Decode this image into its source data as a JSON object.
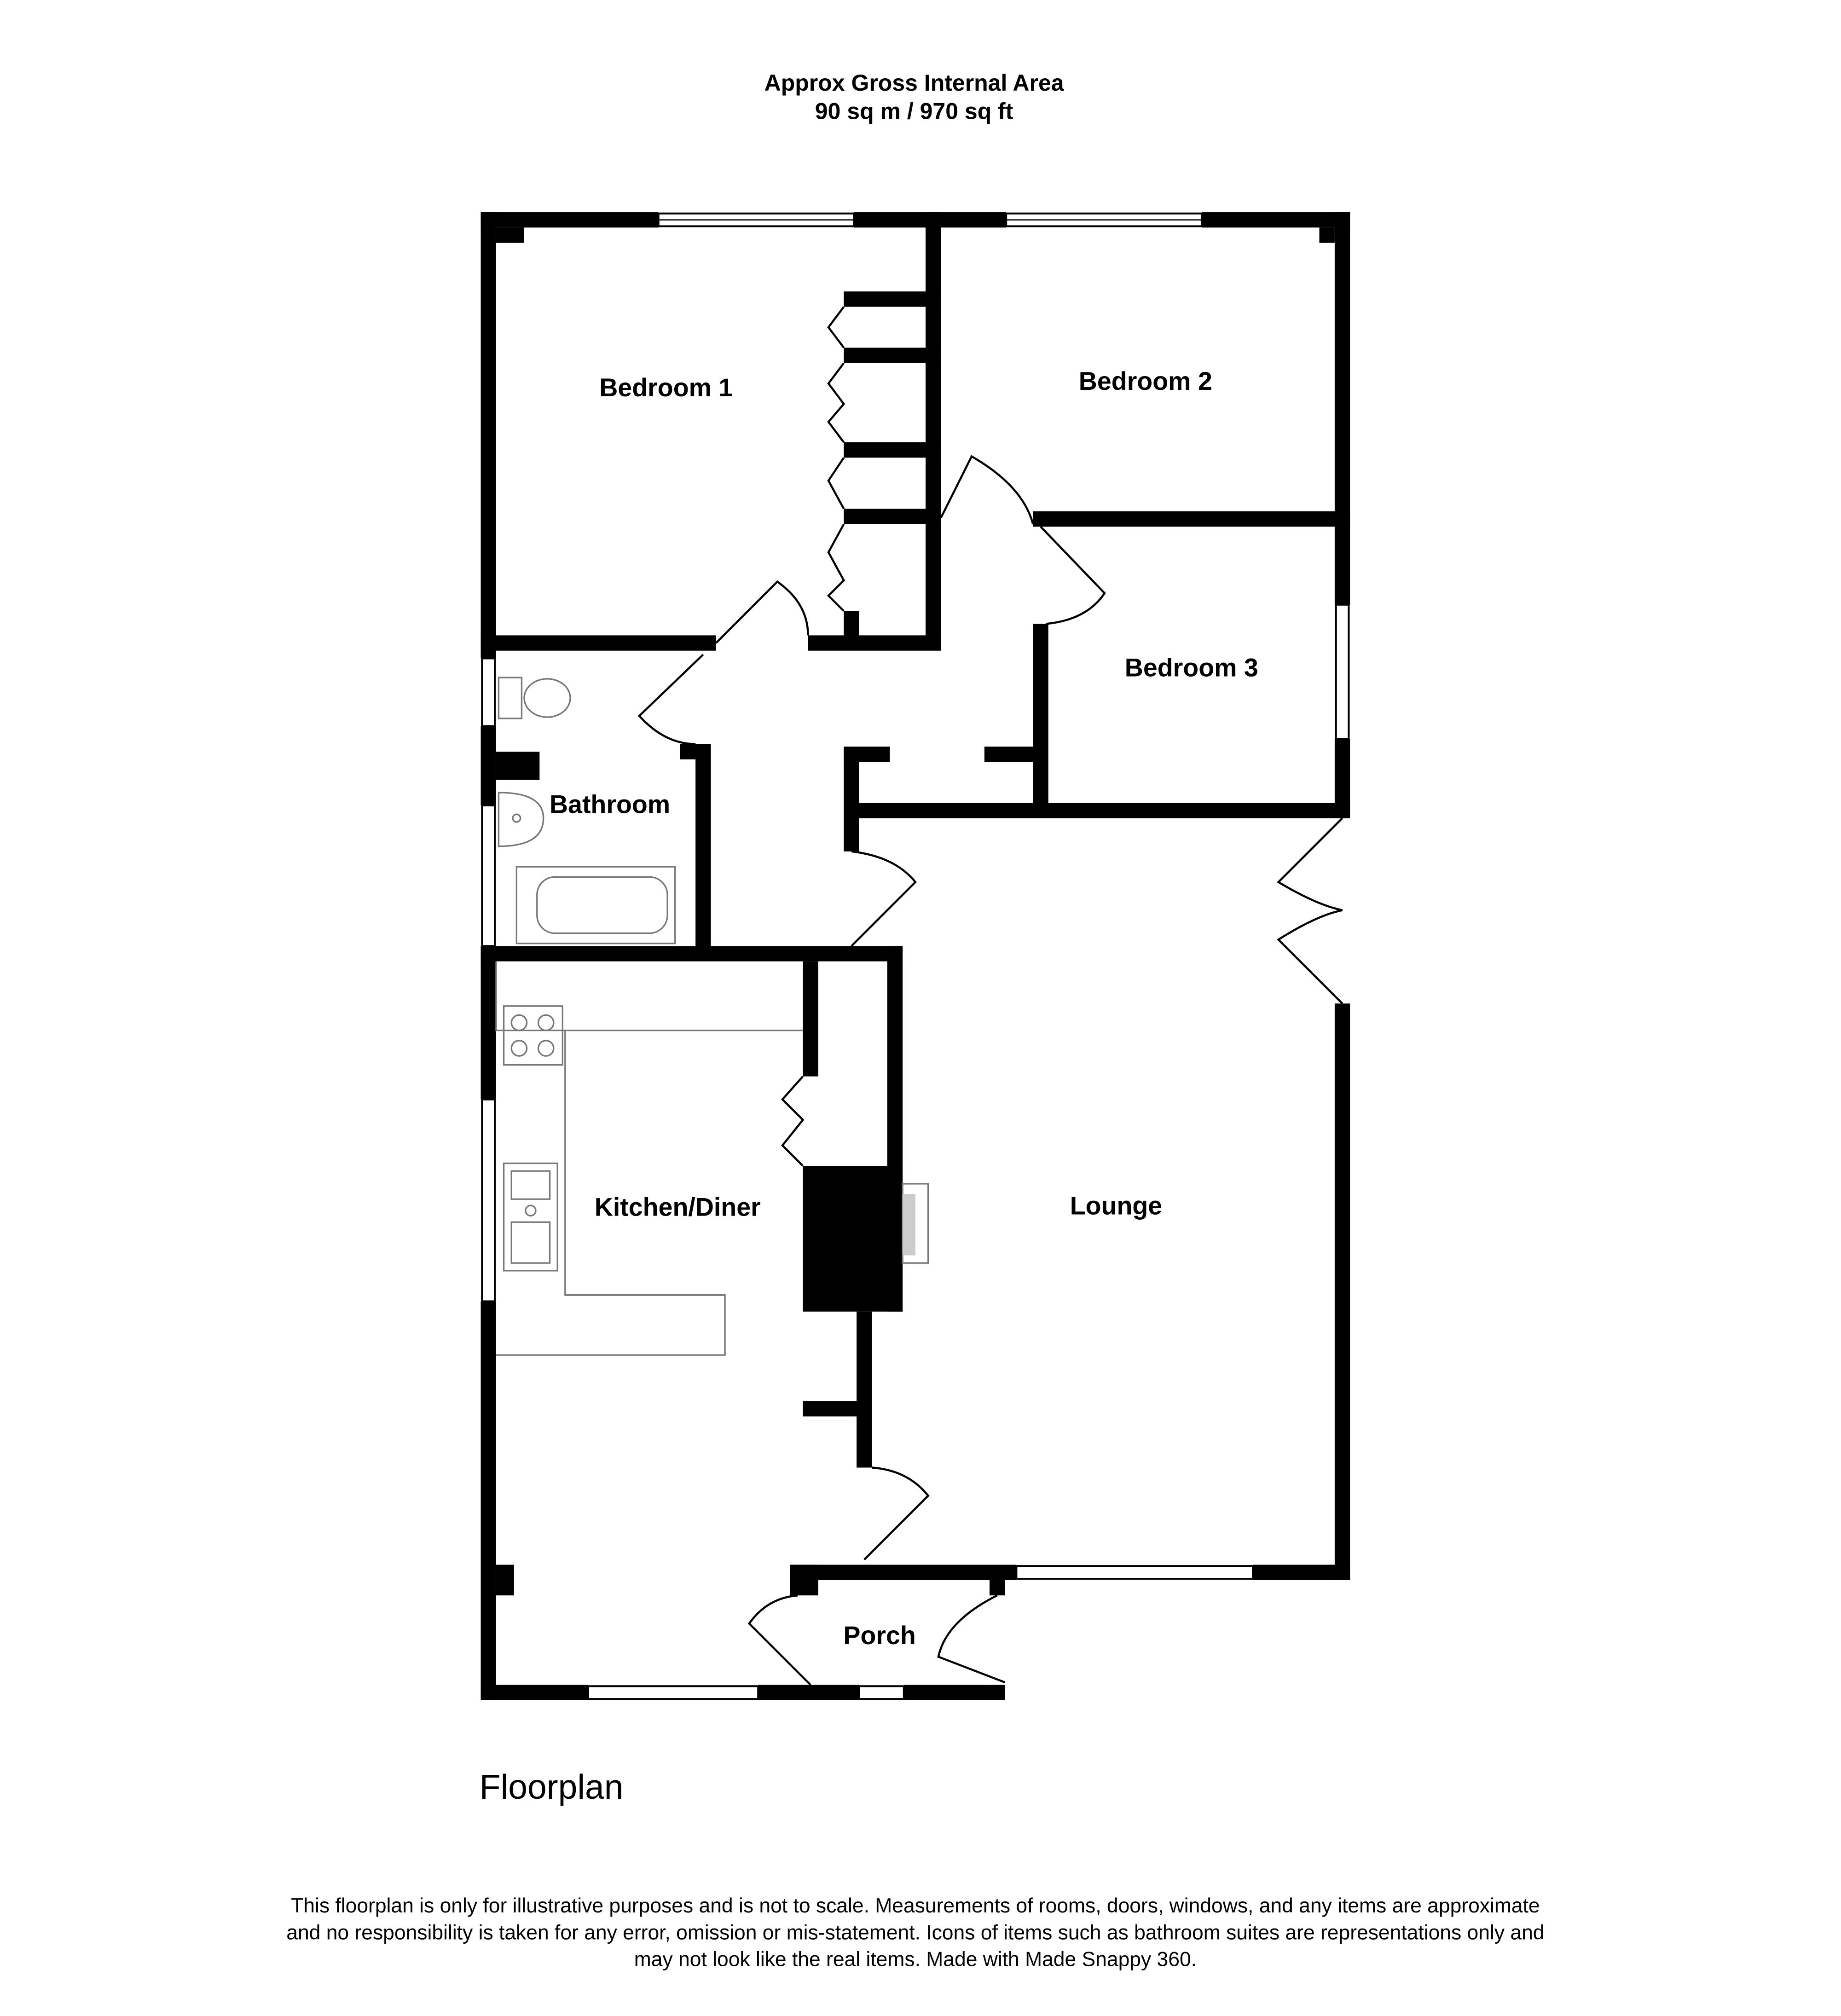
{
  "header": {
    "title": "Approx Gross Internal Area",
    "area": "90 sq m / 970 sq ft"
  },
  "rooms": {
    "bedroom1": "Bedroom 1",
    "bedroom2": "Bedroom 2",
    "bedroom3": "Bedroom 3",
    "bathroom": "Bathroom",
    "kitchen": "Kitchen/Diner",
    "lounge": "Lounge",
    "porch": "Porch"
  },
  "floor_label": "Floorplan",
  "disclaimer": [
    "This floorplan is only for illustrative purposes and is not to scale. Measurements of rooms, doors, windows, and any items are approximate",
    "and no responsibility is taken for any error, omission or mis-statement. Icons of items such as bathroom suites are representations only and",
    "may not look like the real items. Made with Made Snappy 360."
  ]
}
